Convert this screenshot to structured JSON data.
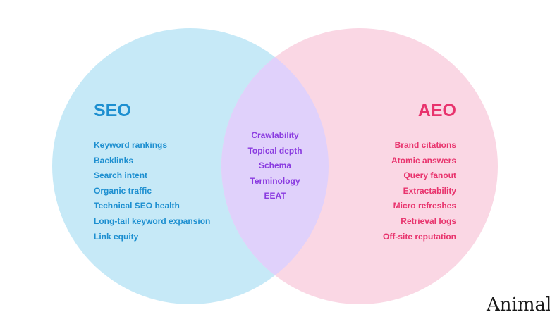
{
  "colors": {
    "seo_circle": "#c6e9f7",
    "aeo_circle": "#fad7e4",
    "overlap": "#e0d1fb",
    "seo_text": "#1d8fd0",
    "aeo_text": "#e8336d",
    "overlap_text": "#8a3be0"
  },
  "seo": {
    "title": "SEO",
    "items": [
      "Keyword rankings",
      "Backlinks",
      "Search intent",
      "Organic traffic",
      "Technical SEO health",
      "Long-tail keyword expansion",
      "Link equity"
    ]
  },
  "aeo": {
    "title": "AEO",
    "items": [
      "Brand citations",
      "Atomic answers",
      "Query fanout",
      "Extractability",
      "Micro refreshes",
      "Retrieval logs",
      "Off-site reputation"
    ]
  },
  "overlap": {
    "items": [
      "Crawlability",
      "Topical depth",
      "Schema",
      "Terminology",
      "EEAT"
    ]
  },
  "brand": "Animalz"
}
